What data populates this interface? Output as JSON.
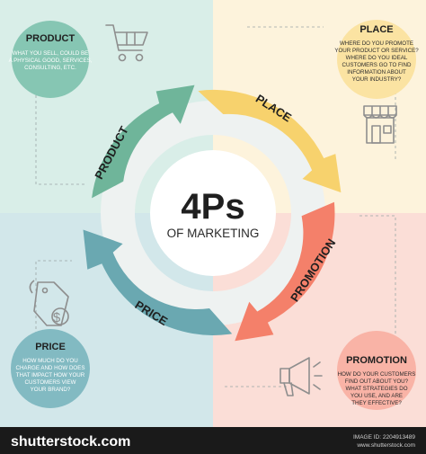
{
  "center": {
    "title": "4Ps",
    "subtitle": "OF MARKETING"
  },
  "segments": {
    "product": "PRODUCT",
    "place": "PLACE",
    "promotion": "PROMOTION",
    "price": "PRICE"
  },
  "cards": {
    "product": {
      "title": "PRODUCT",
      "lines": [
        "WHAT YOU SELL, COULD BE",
        "A PHYSICAL GOOD, SERVICES,",
        "CONSULTING, ETC."
      ]
    },
    "place": {
      "title": "PLACE",
      "lines": [
        "WHERE DO YOU PROMOTE",
        "YOUR PRODUCT OR SERVICE?",
        "WHERE DO YOU IDEAL",
        "CUSTOMERS GO TO FIND",
        "INFORMATION ABOUT",
        "YOUR INDUSTRY?"
      ]
    },
    "price": {
      "title": "PRICE",
      "lines": [
        "HOW MUCH DO YOU",
        "CHARGE AND HOW DOES",
        "THAT IMPACT HOW YOUR",
        "CUSTOMERS VIEW",
        "YOUR BRAND?"
      ]
    },
    "promotion": {
      "title": "PROMOTION",
      "lines": [
        "HOW DO YOUR CUSTOMERS",
        "FIND OUT ABOUT YOU?",
        "WHAT STRATEGIES DO",
        "YOU USE, AND ARE",
        "THEY EFFECTIVE?"
      ]
    }
  },
  "footer": {
    "brand": "shutterstock.com",
    "image_id": "IMAGE ID: 2204913489",
    "site": "www.shutterstock.com"
  },
  "colors": {
    "product": "#6fb59a",
    "place": "#f7d26d",
    "promotion": "#f4806a",
    "price": "#6aa8b1",
    "quad_product": "#d9eee8",
    "quad_place": "#fdf3dc",
    "quad_price": "#d2e7ea",
    "quad_promotion": "#fbded7",
    "footer": "#1a1a1a"
  },
  "icons": [
    "shopping-cart-icon",
    "storefront-icon",
    "price-tag-icon",
    "megaphone-icon"
  ]
}
